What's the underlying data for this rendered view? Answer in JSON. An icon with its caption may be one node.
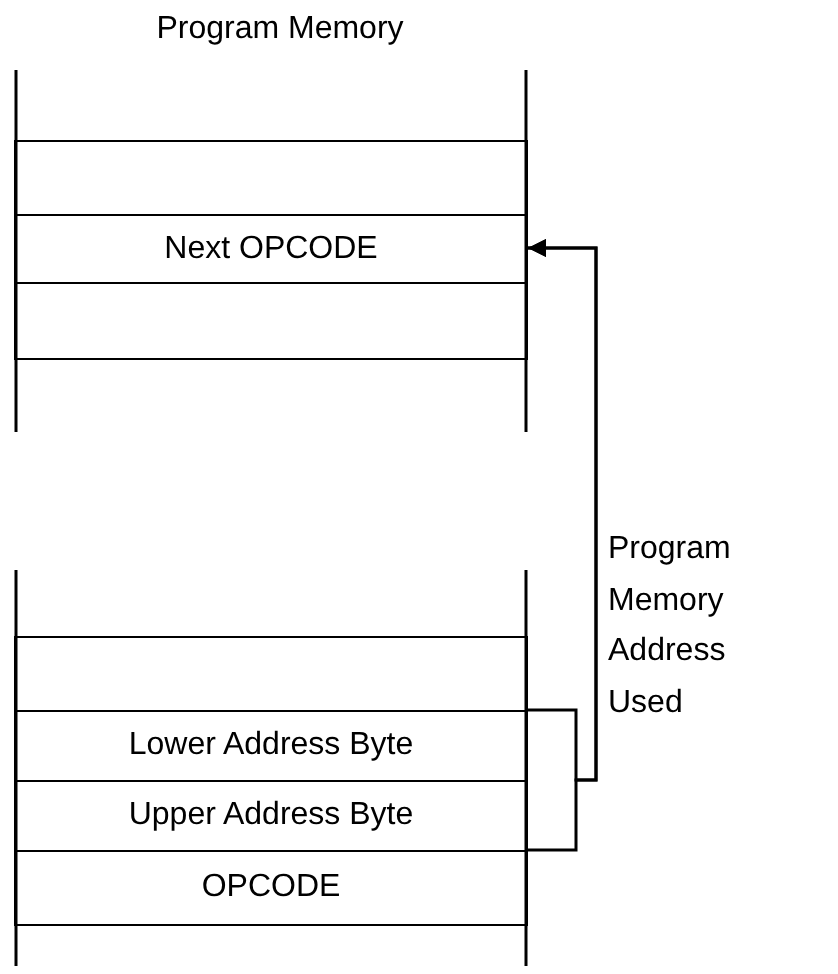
{
  "diagram": {
    "nodes": [
      {
        "text": [],
        "shape": "box"
      },
      {
        "text": [
          "Next OPCODE"
        ]
      },
      {
        "text": [],
        "shape": "box"
      },
      {
        "text": [],
        "shape": "box"
      },
      {
        "text": [
          "Lower Address Byte"
        ]
      },
      {
        "text": [
          "Upper Address Byte"
        ]
      },
      {
        "text": [
          "OPCODE"
        ]
      }
    ],
    "edges": [
      {
        "from": 4,
        "to": 1,
        "arrow": "to"
      },
      {
        "from": 5,
        "to": 1,
        "arrow": "to"
      }
    ],
    "labels": [
      "Program Memory",
      "Program Memory Address Used"
    ]
  }
}
